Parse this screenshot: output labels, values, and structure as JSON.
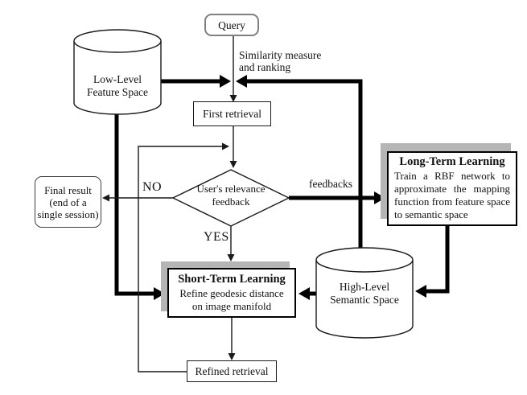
{
  "figure": {
    "background": "#ffffff",
    "colors": {
      "thick_line": "#000000",
      "thin_line": "#1a1a1a",
      "shadow_gray": "#b5b5b5",
      "query_border_gray": "#808080",
      "node_fill": "#ffffff"
    },
    "nodes": {
      "query": {
        "label": "Query"
      },
      "low_level_store": {
        "line1": "Low-Level",
        "line2": "Feature Space"
      },
      "first_retrieval": {
        "label": "First retrieval"
      },
      "relevance_decision": {
        "line1": "User's relevance",
        "line2": "feedback"
      },
      "final_result": {
        "line1": "Final result",
        "line2": "(end of a",
        "line3": "single session)"
      },
      "long_term": {
        "title": "Long-Term Learning",
        "body": "Train a RBF network to approximate the mapping function from feature space to semantic space"
      },
      "high_level_store": {
        "line1": "High-Level",
        "line2": "Semantic Space"
      },
      "short_term": {
        "title": "Short-Term Learning",
        "body1": "Refine geodesic distance",
        "body2": "on image manifold"
      },
      "refined_retrieval": {
        "label": "Refined retrieval"
      }
    },
    "edge_labels": {
      "similarity_line1": "Similarity measure",
      "similarity_line2": "and ranking",
      "no": "NO",
      "yes": "YES",
      "feedbacks": "feedbacks"
    }
  }
}
